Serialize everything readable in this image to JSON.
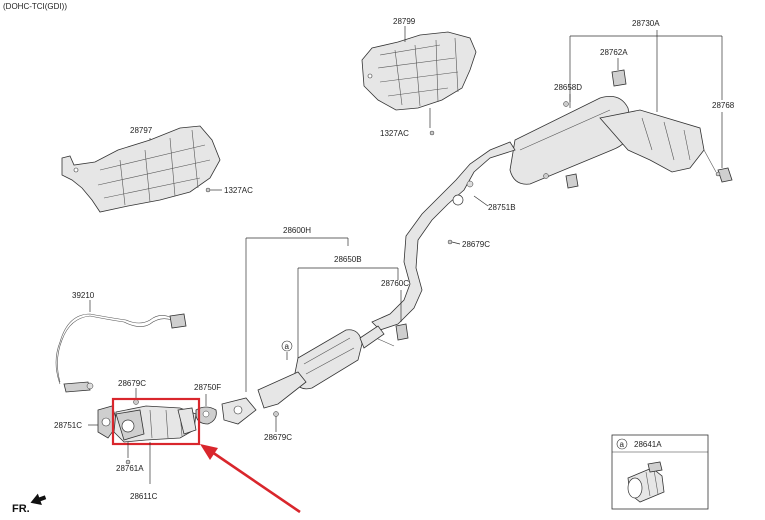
{
  "header": {
    "engine_label": "(DOHC-TCI(GDI))"
  },
  "labels": {
    "p28799": "28799",
    "p28730A": "28730A",
    "p28762A": "28762A",
    "p28658D": "28658D",
    "p28768": "28768",
    "p28797": "28797",
    "p1327AC_top": "1327AC",
    "p1327AC_left": "1327AC",
    "p28751B": "28751B",
    "p28679C_mid": "28679C",
    "p28600H": "28600H",
    "p28650B": "28650B",
    "p28760C": "28760C",
    "p39210": "39210",
    "p28679C_left": "28679C",
    "p28750F": "28750F",
    "p28751C": "28751C",
    "p28761A": "28761A",
    "p28611C": "28611C",
    "p28679C_bottom": "28679C",
    "p28641A": "28641A"
  },
  "callouts": {
    "a_main": "a",
    "a_inset": "a"
  },
  "footer": {
    "front_label": "FR."
  },
  "colors": {
    "highlight": "#d9262c",
    "linework": "#333333",
    "part_fill": "#e6e6e6"
  }
}
